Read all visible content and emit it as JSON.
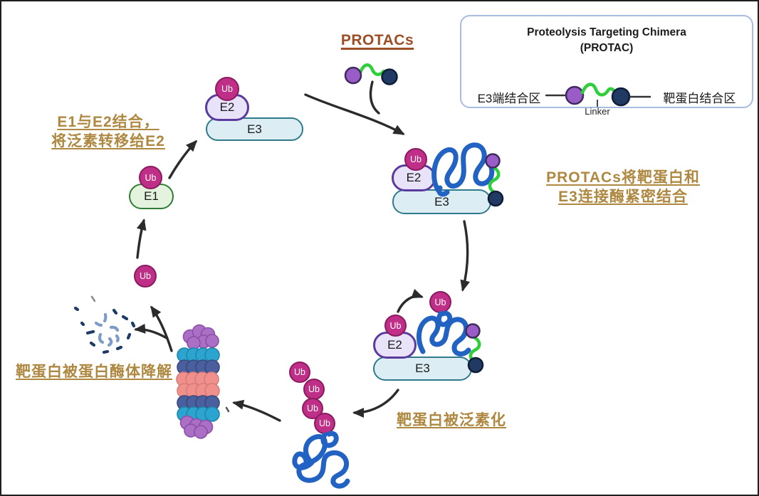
{
  "labels": {
    "protacs_heading": "PROTACs",
    "step_transfer_line1": "E1与E2结合，",
    "step_transfer_line2": "将泛素转移给E2",
    "step_binding_line1": "PROTACs将靶蛋白和",
    "step_binding_line2": "E3连接酶紧密结合",
    "step_ubiquitination": "靶蛋白被泛素化",
    "step_degradation": "靶蛋白被蛋白酶体降解"
  },
  "legend": {
    "title_line1": "Proteolysis Targeting Chimera",
    "title_line2": "(PROTAC)",
    "e3_binder_label": "E3端结合区",
    "target_binder_label": "靶蛋白结合区",
    "linker_label": "Linker"
  },
  "molecules": {
    "ubiquitin": "Ub",
    "e1": "E1",
    "e2": "E2",
    "e3": "E3"
  },
  "colors": {
    "step_text": "#ae8840",
    "protacs_heading": "#9c4f26",
    "ub_fill": "#c02f87",
    "ub_border": "#8a1b60",
    "e1_fill": "#e4f3de",
    "e1_border": "#2f7d33",
    "e2_fill": "#e8e3f9",
    "e2_border": "#5a3a9c",
    "e3_fill": "#dcedf3",
    "e3_border": "#2f7b8c",
    "protein_blue": "#2262c3",
    "linker_green": "#2ecf3a",
    "warhead_purple": "#9a5cc6",
    "warhead_purple_border": "#3f2a5e",
    "warhead_navy": "#203a64",
    "warhead_navy_border": "#0f1e38",
    "arrow_color": "#2b2b2b",
    "legend_border": "#a8bce2",
    "proteasome_purple": "#ab6fc6",
    "proteasome_cyan": "#2ba4cf",
    "proteasome_blue": "#4a5f9e",
    "proteasome_salmon": "#f0908c",
    "fragment_steel": "#7e9cc8",
    "fragment_navy": "#1d3b66"
  }
}
